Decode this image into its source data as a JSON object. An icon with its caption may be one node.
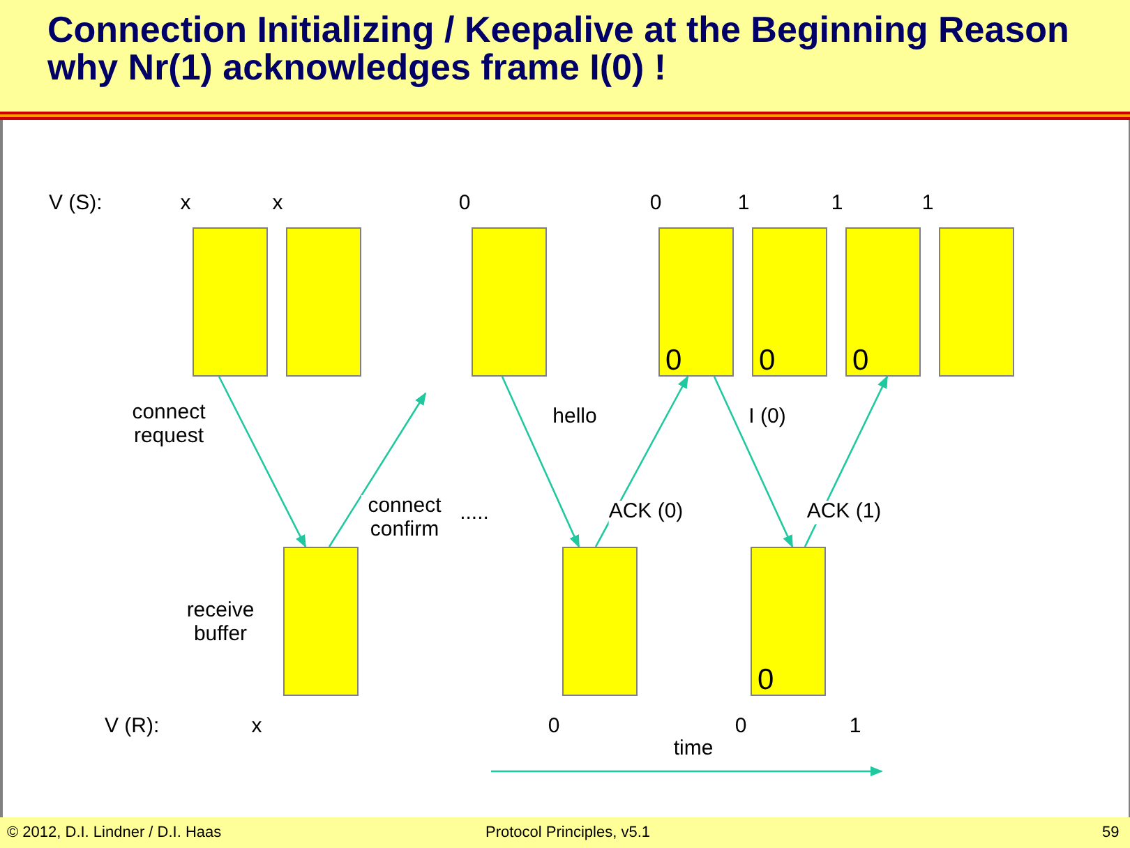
{
  "diagram": {
    "title": "Connection Initializing / Keepalive at the Beginning Reason why Nr(1) acknowledges frame I(0) !",
    "nodes": [
      {
        "text": [],
        "shape": "box"
      },
      {
        "text": [],
        "shape": "box"
      },
      {
        "text": [],
        "shape": "box"
      },
      {
        "text": [
          "0"
        ]
      },
      {
        "text": [
          "0"
        ]
      },
      {
        "text": [
          "0"
        ]
      },
      {
        "text": [],
        "shape": "box"
      },
      {
        "text": [],
        "shape": "box"
      },
      {
        "text": [],
        "shape": "box"
      },
      {
        "text": [
          "0"
        ]
      }
    ],
    "edges": [
      {
        "from": 0,
        "to": 7,
        "arrow": "to",
        "label": "connect request"
      },
      {
        "from": 7,
        "to": null,
        "arrow": "to",
        "label": "connect confirm"
      },
      {
        "from": 2,
        "to": 8,
        "arrow": "to",
        "label": "hello"
      },
      {
        "from": 8,
        "to": 3,
        "arrow": "to",
        "label": "ACK (0)"
      },
      {
        "from": 3,
        "to": 9,
        "arrow": "to",
        "label": "I (0)"
      },
      {
        "from": 9,
        "to": 5,
        "arrow": "to",
        "label": "ACK (1)"
      }
    ],
    "labels": [
      "V (S):",
      "x",
      "x",
      "0",
      "0",
      "1",
      "1",
      "1",
      ".....",
      "receive buffer",
      "V (R):",
      "x",
      "0",
      "0",
      "1",
      "time",
      "© 2012, D.I. Lindner / D.I. Haas",
      "Protocol Principles, v5.1",
      "59"
    ]
  }
}
